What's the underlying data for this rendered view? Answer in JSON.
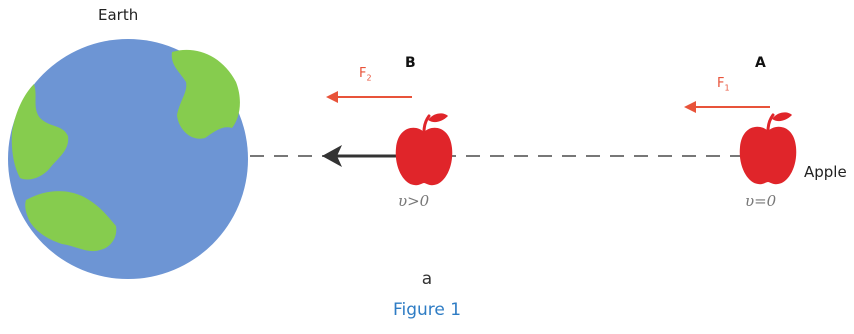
{
  "labels": {
    "earth": "Earth",
    "apple": "Apple",
    "point_a": "A",
    "point_b": "B",
    "force_b": "F",
    "force_b_sub": "2",
    "force_a": "F",
    "force_a_sub": "1",
    "velocity_b": "υ>0",
    "velocity_a": "υ=0",
    "sublabel": "a",
    "caption": "Figure 1"
  },
  "colors": {
    "ocean": "#6d95d4",
    "land": "#86cc4e",
    "apple": "#e0252a",
    "leaf": "#e0252a",
    "force_arrow": "#e8533a",
    "motion_arrow": "#333333",
    "dashed_line": "#777777",
    "caption": "#2e7cc4"
  }
}
